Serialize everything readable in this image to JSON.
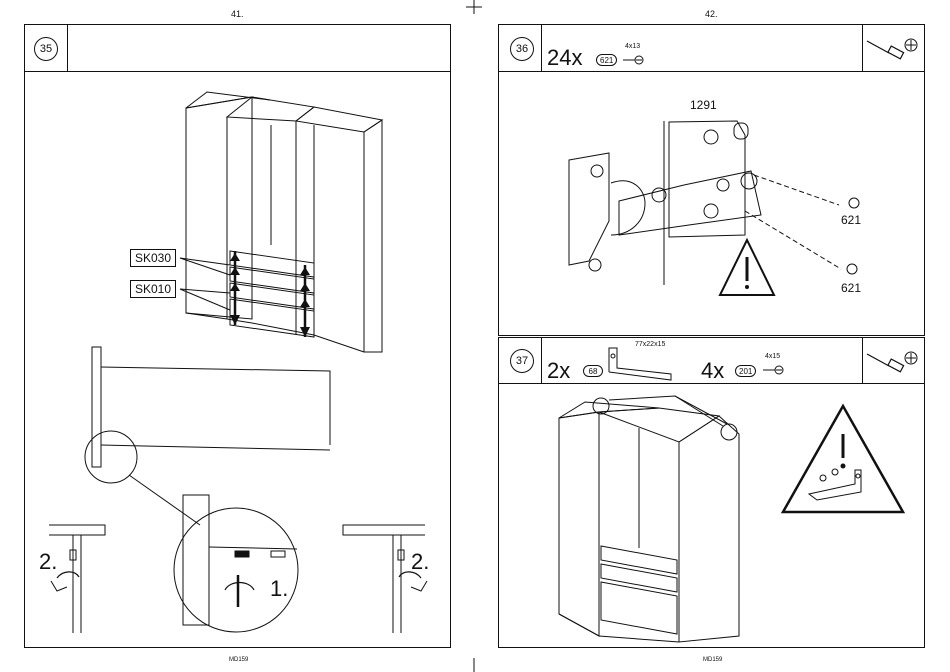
{
  "pages": {
    "left": {
      "number": "41.",
      "footer": "MD159"
    },
    "right": {
      "number": "42.",
      "footer": "MD159"
    }
  },
  "step35": {
    "number": "35",
    "labels": {
      "sk030": "SK030",
      "sk010": "SK010",
      "step1": "1.",
      "step2_left": "2.",
      "step2_right": "2."
    }
  },
  "step36": {
    "number": "36",
    "qty": "24x",
    "part_code": "621",
    "screw_size": "4x13",
    "hinge_code": "1291",
    "callouts": [
      "621",
      "621"
    ],
    "tools": [
      "screwdriver-icon",
      "phillips-head-icon"
    ]
  },
  "step37": {
    "number": "37",
    "items": [
      {
        "qty": "2x",
        "code": "68",
        "size": "77x22x15"
      },
      {
        "qty": "4x",
        "code": "201",
        "size": "4x15"
      }
    ],
    "tools": [
      "screwdriver-icon",
      "phillips-head-icon"
    ]
  },
  "colors": {
    "line": "#111111",
    "paper": "#ffffff"
  }
}
